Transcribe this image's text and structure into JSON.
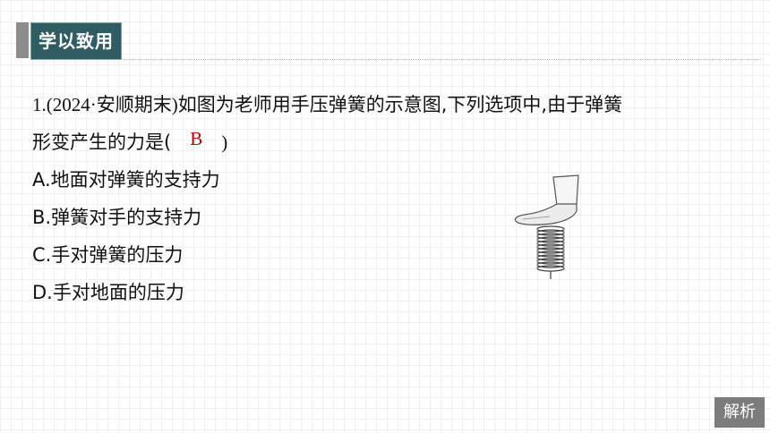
{
  "header": {
    "title": "学以致用"
  },
  "question": {
    "line1_prefix": "1.(2024·安顺期末)",
    "line1_text": "如图为老师用手压弹簧的示意图,下列选项中,由于弹簧",
    "line2_text": "形变产生的力是(",
    "answer": "B",
    "line2_close": ")",
    "options": [
      "A.地面对弹簧的支持力",
      "B.弹簧对手的支持力",
      "C.手对弹簧的压力",
      "D.手对地面的压力"
    ]
  },
  "figure": {
    "icon": "hand-pressing-spring-icon"
  },
  "explain_button": {
    "label": "解析"
  },
  "colors": {
    "header_bg": "#2f5d62",
    "answer": "#c00000",
    "button_bg": "#7c7c7c"
  }
}
